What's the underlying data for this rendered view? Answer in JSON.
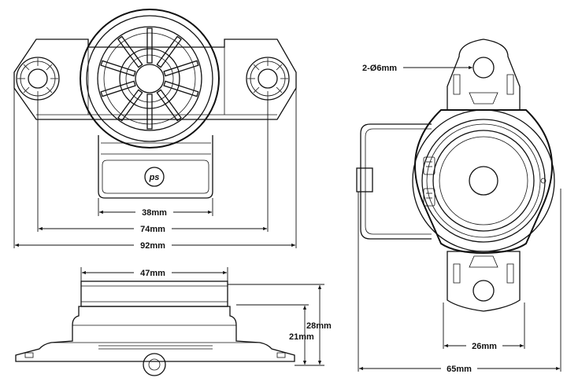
{
  "labels": {
    "hole": "2-Ø6mm",
    "d38": "38mm",
    "d74": "74mm",
    "d92": "92mm",
    "d47": "47mm",
    "d28": "28mm",
    "d21": "21mm",
    "d26": "26mm",
    "d65": "65mm"
  },
  "logo_text": "ps"
}
